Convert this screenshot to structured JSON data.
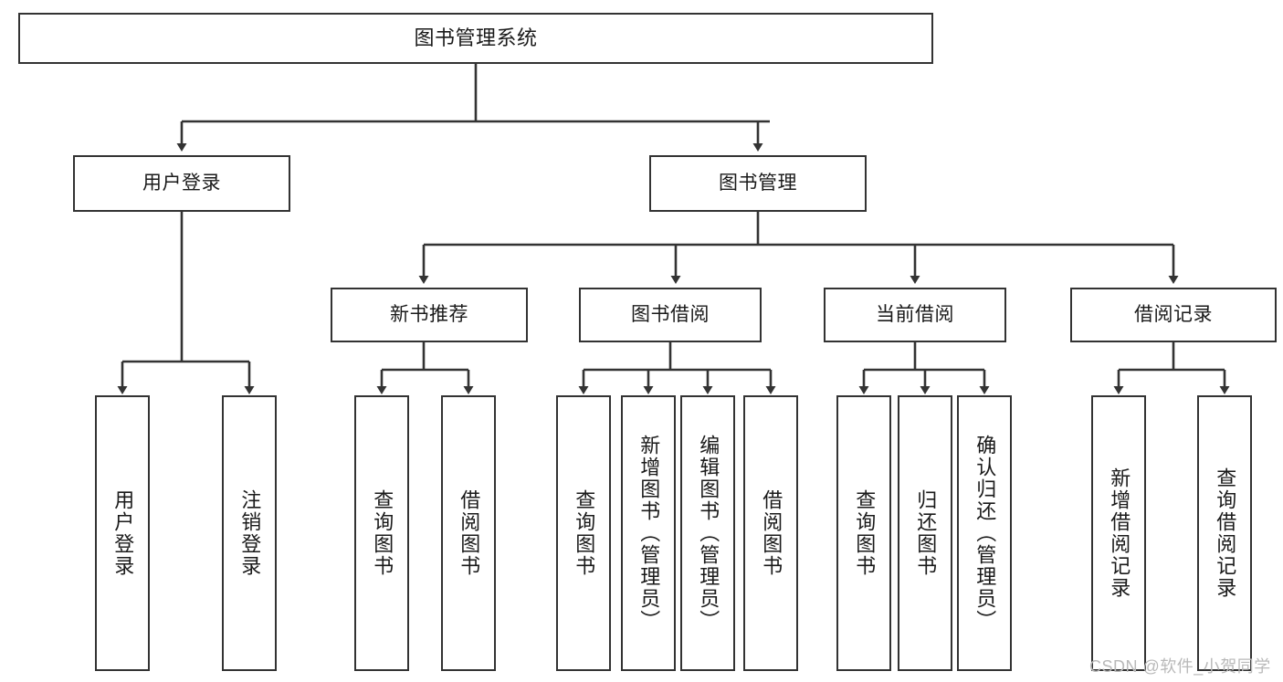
{
  "diagram": {
    "title": "图书管理系统",
    "type": "tree-hierarchy",
    "watermark": "CSDN @软件_小贺同学",
    "colors": {
      "box_border": "#333333",
      "box_fill": "#ffffff",
      "edge": "#333333",
      "text": "#1a1a1a",
      "watermark": "#b9b9b9",
      "background": "#ffffff"
    },
    "nodes": {
      "root": {
        "label": "图书管理系统"
      },
      "level2": [
        {
          "id": "user-login",
          "label": "用户登录"
        },
        {
          "id": "book-manage",
          "label": "图书管理"
        }
      ],
      "level3": [
        {
          "id": "new-book-recommend",
          "label": "新书推荐"
        },
        {
          "id": "book-borrow",
          "label": "图书借阅"
        },
        {
          "id": "current-borrow",
          "label": "当前借阅"
        },
        {
          "id": "borrow-record",
          "label": "借阅记录"
        }
      ],
      "leaves": {
        "user_login": [
          {
            "id": "leaf-user-login",
            "label": "用户登录"
          },
          {
            "id": "leaf-user-logout",
            "label": "注销登录"
          }
        ],
        "new_book_recommend": [
          {
            "id": "leaf-query-book-1",
            "label": "查询图书"
          },
          {
            "id": "leaf-borrow-book-1",
            "label": "借阅图书"
          }
        ],
        "book_borrow": [
          {
            "id": "leaf-query-book-2",
            "label": "查询图书"
          },
          {
            "id": "leaf-add-book",
            "label": "新增图书（管理员）"
          },
          {
            "id": "leaf-edit-book",
            "label": "编辑图书（管理员）"
          },
          {
            "id": "leaf-borrow-book-2",
            "label": "借阅图书"
          }
        ],
        "current_borrow": [
          {
            "id": "leaf-query-book-3",
            "label": "查询图书"
          },
          {
            "id": "leaf-return-book",
            "label": "归还图书"
          },
          {
            "id": "leaf-confirm-return",
            "label": "确认归还（管理员）"
          }
        ],
        "borrow_record": [
          {
            "id": "leaf-add-record",
            "label": "新增借阅记录"
          },
          {
            "id": "leaf-query-record",
            "label": "查询借阅记录"
          }
        ]
      }
    }
  }
}
